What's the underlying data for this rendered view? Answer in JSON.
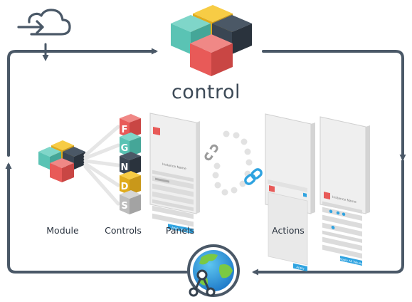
{
  "title": "control",
  "labels": {
    "module": "Module",
    "controls": "Controls",
    "panels": "Panels",
    "actions": "Actions"
  },
  "control_letters": [
    "F",
    "G",
    "N",
    "D",
    "S"
  ],
  "panel_text": {
    "instance_name": "Instance Name",
    "panel_button": "Apply Values",
    "action1_button": "Apply",
    "action2_button": "Apply All Values"
  },
  "colors": {
    "arrow": "#4a5867",
    "teal": "#5ac3b4",
    "yellow": "#f2c12e",
    "navy": "#34404d",
    "red": "#e85a58",
    "blue": "#2fa3e0",
    "gray": "#bdbdbd"
  },
  "icons": {
    "cloud": "cloud-import-icon",
    "globe": "globe-network-icon",
    "link": "link-icon",
    "broken_link": "broken-link-icon",
    "spinner": "loading-spinner-icon"
  }
}
